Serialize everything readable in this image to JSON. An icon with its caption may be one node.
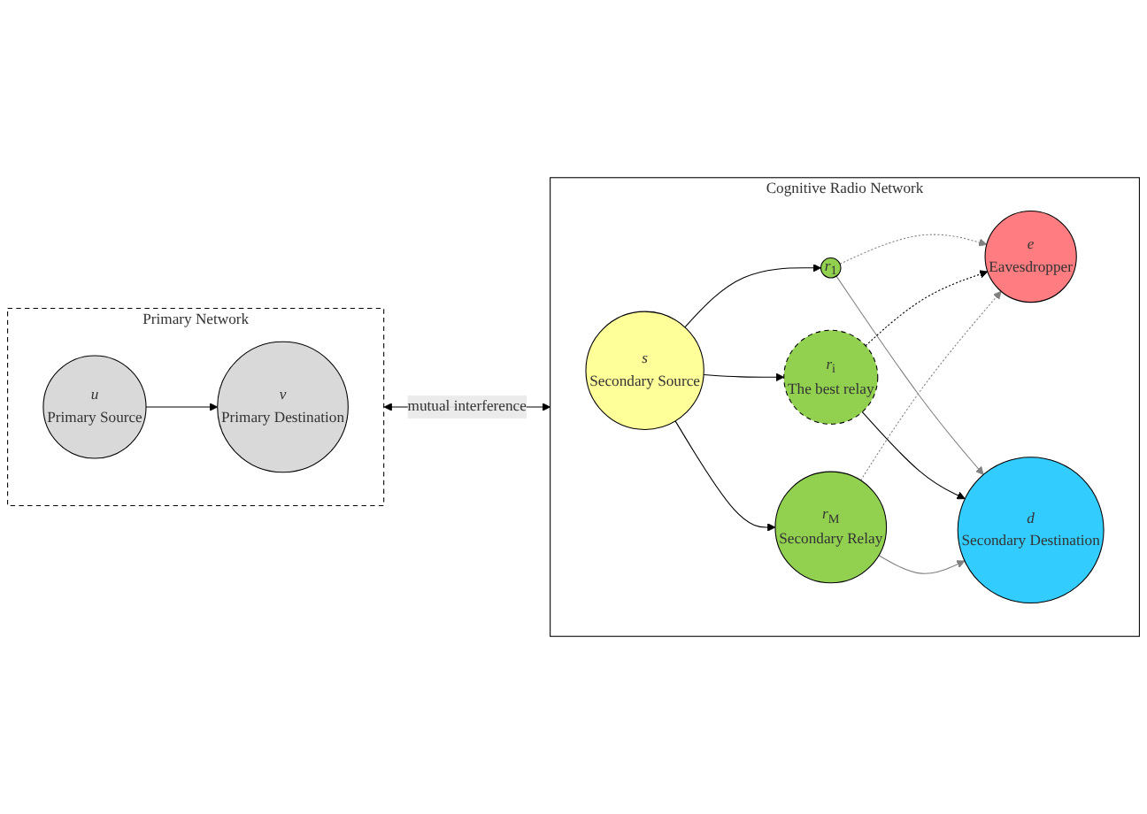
{
  "diagram": {
    "nodes": [
      {
        "text": [
          "Primary Network"
        ]
      },
      {
        "text": [
          "*u*",
          "Primary Source"
        ],
        "in": 0
      },
      {
        "text": [
          "*v*",
          "Primary Destination"
        ],
        "in": 0
      },
      {
        "text": [
          "Cognitive Radio Network"
        ]
      },
      {
        "text": [
          "*s*",
          "Secondary Source"
        ],
        "in": 3
      },
      {
        "text": [
          "*r*$_{1}$"
        ],
        "in": 3
      },
      {
        "text": [
          "*r*$_{i}$",
          "The best relay"
        ],
        "in": 3
      },
      {
        "text": [
          "*r*$_{M}$",
          "Secondary Relay"
        ],
        "in": 3
      },
      {
        "text": [
          "*e*",
          "Eavesdropper"
        ],
        "in": 3
      },
      {
        "text": [
          "*d*",
          "Secondary Destination"
        ],
        "in": 3
      }
    ],
    "edges": [
      {
        "from": 1,
        "to": 2,
        "arrow": "to"
      },
      {
        "from": 0,
        "to": 3,
        "arrow": "both",
        "label": "mutual interference"
      },
      {
        "from": 4,
        "to": 5,
        "arrow": "to"
      },
      {
        "from": 4,
        "to": 6,
        "arrow": "to"
      },
      {
        "from": 4,
        "to": 7,
        "arrow": "to"
      },
      {
        "from": 5,
        "to": 8,
        "arrow": "to",
        "style": "dashed",
        "color": "#808080"
      },
      {
        "from": 5,
        "to": 9,
        "arrow": "to",
        "color": "#808080"
      },
      {
        "from": 6,
        "to": 8,
        "arrow": "to",
        "style": "dashed"
      },
      {
        "from": 6,
        "to": 9,
        "arrow": "to"
      },
      {
        "from": 7,
        "to": 8,
        "arrow": "to",
        "style": "dashed",
        "color": "#808080"
      },
      {
        "from": 7,
        "to": 9,
        "arrow": "to",
        "color": "#808080"
      }
    ]
  }
}
